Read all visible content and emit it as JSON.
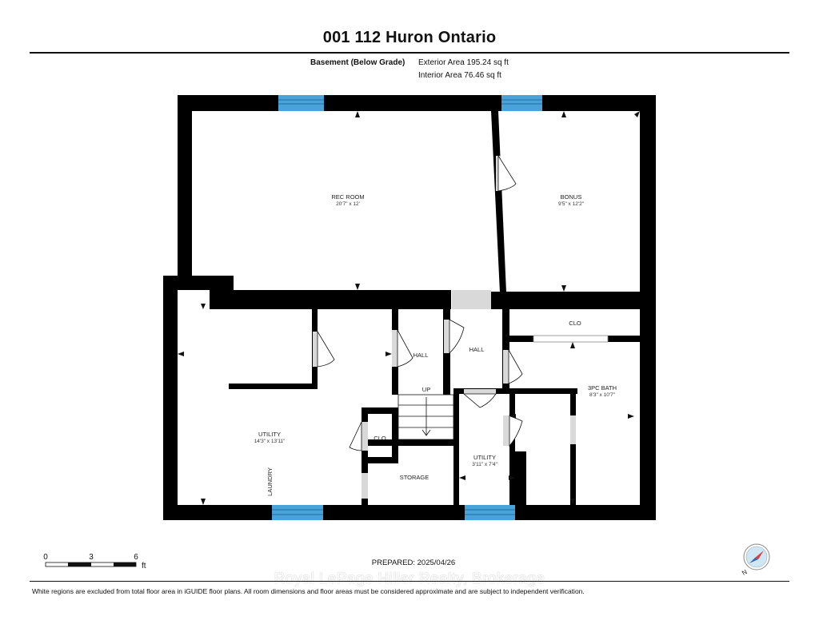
{
  "header": {
    "title": "001 112 Huron Ontario",
    "floor_label": "Basement (Below Grade)",
    "exterior_area": "Exterior Area 195.24 sq ft",
    "interior_area": "Interior Area 76.46 sq ft"
  },
  "rooms": {
    "rec_room": {
      "name": "REC ROOM",
      "dims": "20'7\" x 12'"
    },
    "bonus": {
      "name": "BONUS",
      "dims": "9'5\" x 12'2\""
    },
    "clo_top": {
      "name": "CLO"
    },
    "hall_left": {
      "name": "HALL"
    },
    "hall_right": {
      "name": "HALL"
    },
    "up": {
      "name": "UP"
    },
    "bath": {
      "name": "3PC BATH",
      "dims": "8'3\" x 10'7\""
    },
    "utility_main": {
      "name": "UTILITY",
      "dims": "14'3\" x 13'11\""
    },
    "clo_small": {
      "name": "CLO"
    },
    "laundry": {
      "name": "LAUNDRY"
    },
    "storage": {
      "name": "STORAGE"
    },
    "utility_small": {
      "name": "UTILITY",
      "dims": "3'11\" x 7'4\""
    }
  },
  "scale": {
    "ticks": [
      "0",
      "3",
      "6"
    ],
    "unit": "ft"
  },
  "prepared": "PREPARED: 2025/04/26",
  "watermark": "Royal LePage Hiller Realty, Brokerage",
  "footnote": "White regions are excluded from total floor area in iGUIDE floor plans. All room dimensions and floor areas must be considered approximate and are subject to independent verification.",
  "compass": {
    "label": "N"
  },
  "colors": {
    "wall": "#000000",
    "window": "#4aa3d8",
    "opening": "#d9d9d9"
  }
}
